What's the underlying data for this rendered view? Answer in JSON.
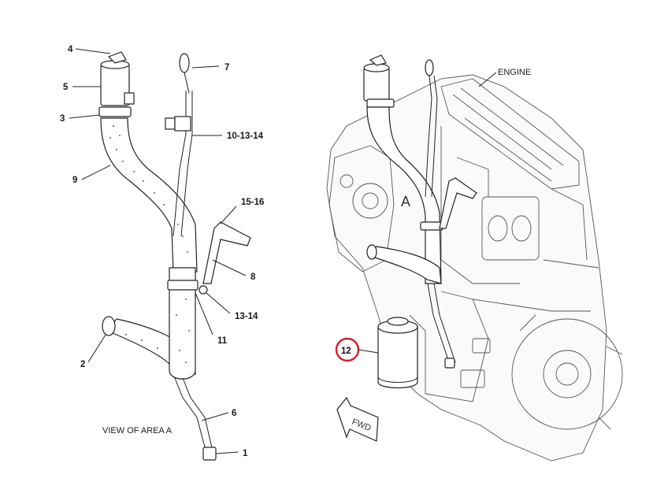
{
  "callouts": [
    {
      "id": "c4",
      "text": "4"
    },
    {
      "id": "c5",
      "text": "5"
    },
    {
      "id": "c3",
      "text": "3"
    },
    {
      "id": "c9",
      "text": "9"
    },
    {
      "id": "c7",
      "text": "7"
    },
    {
      "id": "c10",
      "text": "10-13-14"
    },
    {
      "id": "c15",
      "text": "15-16"
    },
    {
      "id": "c8",
      "text": "8"
    },
    {
      "id": "c13",
      "text": "13-14"
    },
    {
      "id": "c11",
      "text": "11"
    },
    {
      "id": "c2",
      "text": "2"
    },
    {
      "id": "c6",
      "text": "6"
    },
    {
      "id": "c1",
      "text": "1"
    }
  ],
  "view_caption": "VIEW OF AREA A",
  "engine_label": "ENGINE",
  "area_marker": "A",
  "fwd_label": "FWD",
  "highlight": {
    "text": "12",
    "ring_color": "#d2202a"
  }
}
